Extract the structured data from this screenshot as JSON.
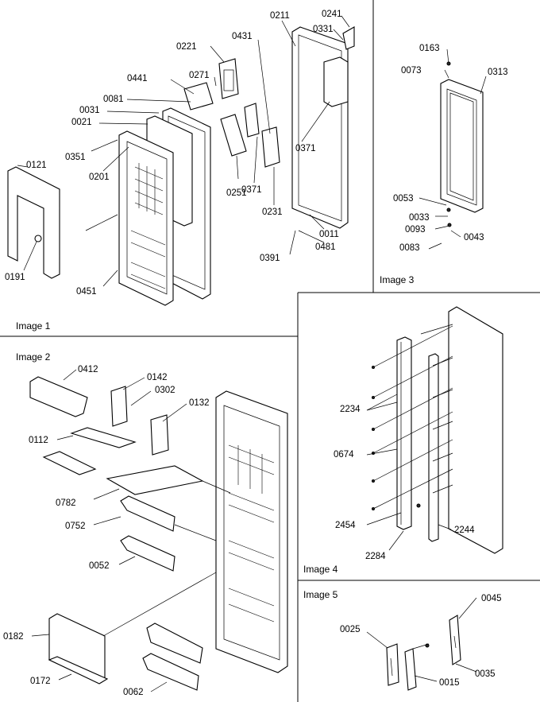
{
  "panels": [
    {
      "id": "image1",
      "caption": "Image 1",
      "labels": [
        "0241",
        "0211",
        "0331",
        "0221",
        "0431",
        "0441",
        "0271",
        "0081",
        "0031",
        "0021",
        "0351",
        "0201",
        "0121",
        "0371",
        "0251",
        "0371",
        "0231",
        "0011",
        "0391",
        "0481",
        "0191",
        "0451"
      ]
    },
    {
      "id": "image3",
      "caption": "Image 3",
      "labels": [
        "0163",
        "0073",
        "0313",
        "0053",
        "0033",
        "0093",
        "0043",
        "0083"
      ]
    },
    {
      "id": "image2",
      "caption": "Image 2",
      "labels": [
        "0412",
        "0142",
        "0302",
        "0132",
        "0112",
        "0782",
        "0752",
        "0052",
        "0182",
        "0172",
        "0062"
      ]
    },
    {
      "id": "image4",
      "caption": "Image 4",
      "labels": [
        "2234",
        "0674",
        "2454",
        "2244",
        "2284"
      ]
    },
    {
      "id": "image5",
      "caption": "Image 5",
      "labels": [
        "0045",
        "0025",
        "0035",
        "0015"
      ]
    }
  ]
}
